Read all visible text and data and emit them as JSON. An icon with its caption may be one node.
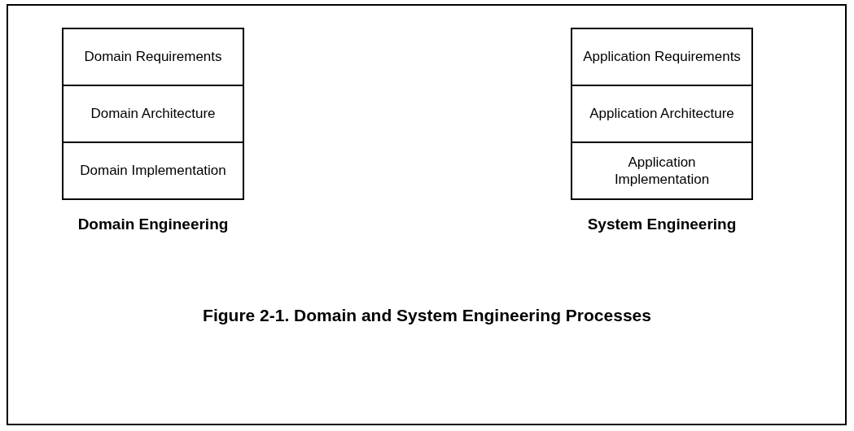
{
  "diagram": {
    "caption": "Figure 2-1. Domain and System Engineering Processes",
    "nodes": [
      {
        "text": [
          "Domain Requirements"
        ]
      },
      {
        "text": [
          "Domain Architecture"
        ]
      },
      {
        "text": [
          "Domain Implementation"
        ]
      },
      {
        "text": [
          "Application Requirements"
        ]
      },
      {
        "text": [
          "Application Architecture"
        ]
      },
      {
        "text": [
          "Application Implementation"
        ]
      }
    ],
    "labels": [
      "Domain Engineering",
      "System Engineering"
    ]
  }
}
